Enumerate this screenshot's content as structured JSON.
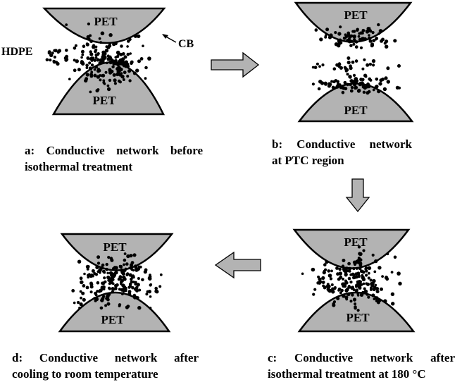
{
  "colors": {
    "pet_fill": "#b3b3b3",
    "outline": "#000000",
    "particle": "#000000",
    "arrow_fill": "#b3b3b3"
  },
  "labels": {
    "pet": "PET",
    "hdpe": "HDPE",
    "cb": "CB"
  },
  "panels": [
    {
      "id": "a",
      "caption_line1": "a: Conductive network before",
      "caption_line2": "isothermal treatment"
    },
    {
      "id": "b",
      "caption_line1": "b: Conductive network",
      "caption_line2": "at PTC region"
    },
    {
      "id": "c",
      "caption_line1": "c:  Conductive  network  after",
      "caption_line2": "isothermal treatment at 180  °C"
    },
    {
      "id": "d",
      "caption_line1": "d:  Conductive  network  after",
      "caption_line2": "cooling to room temperature"
    }
  ],
  "arrows": [
    {
      "direction": "right"
    },
    {
      "direction": "down"
    },
    {
      "direction": "left"
    }
  ]
}
